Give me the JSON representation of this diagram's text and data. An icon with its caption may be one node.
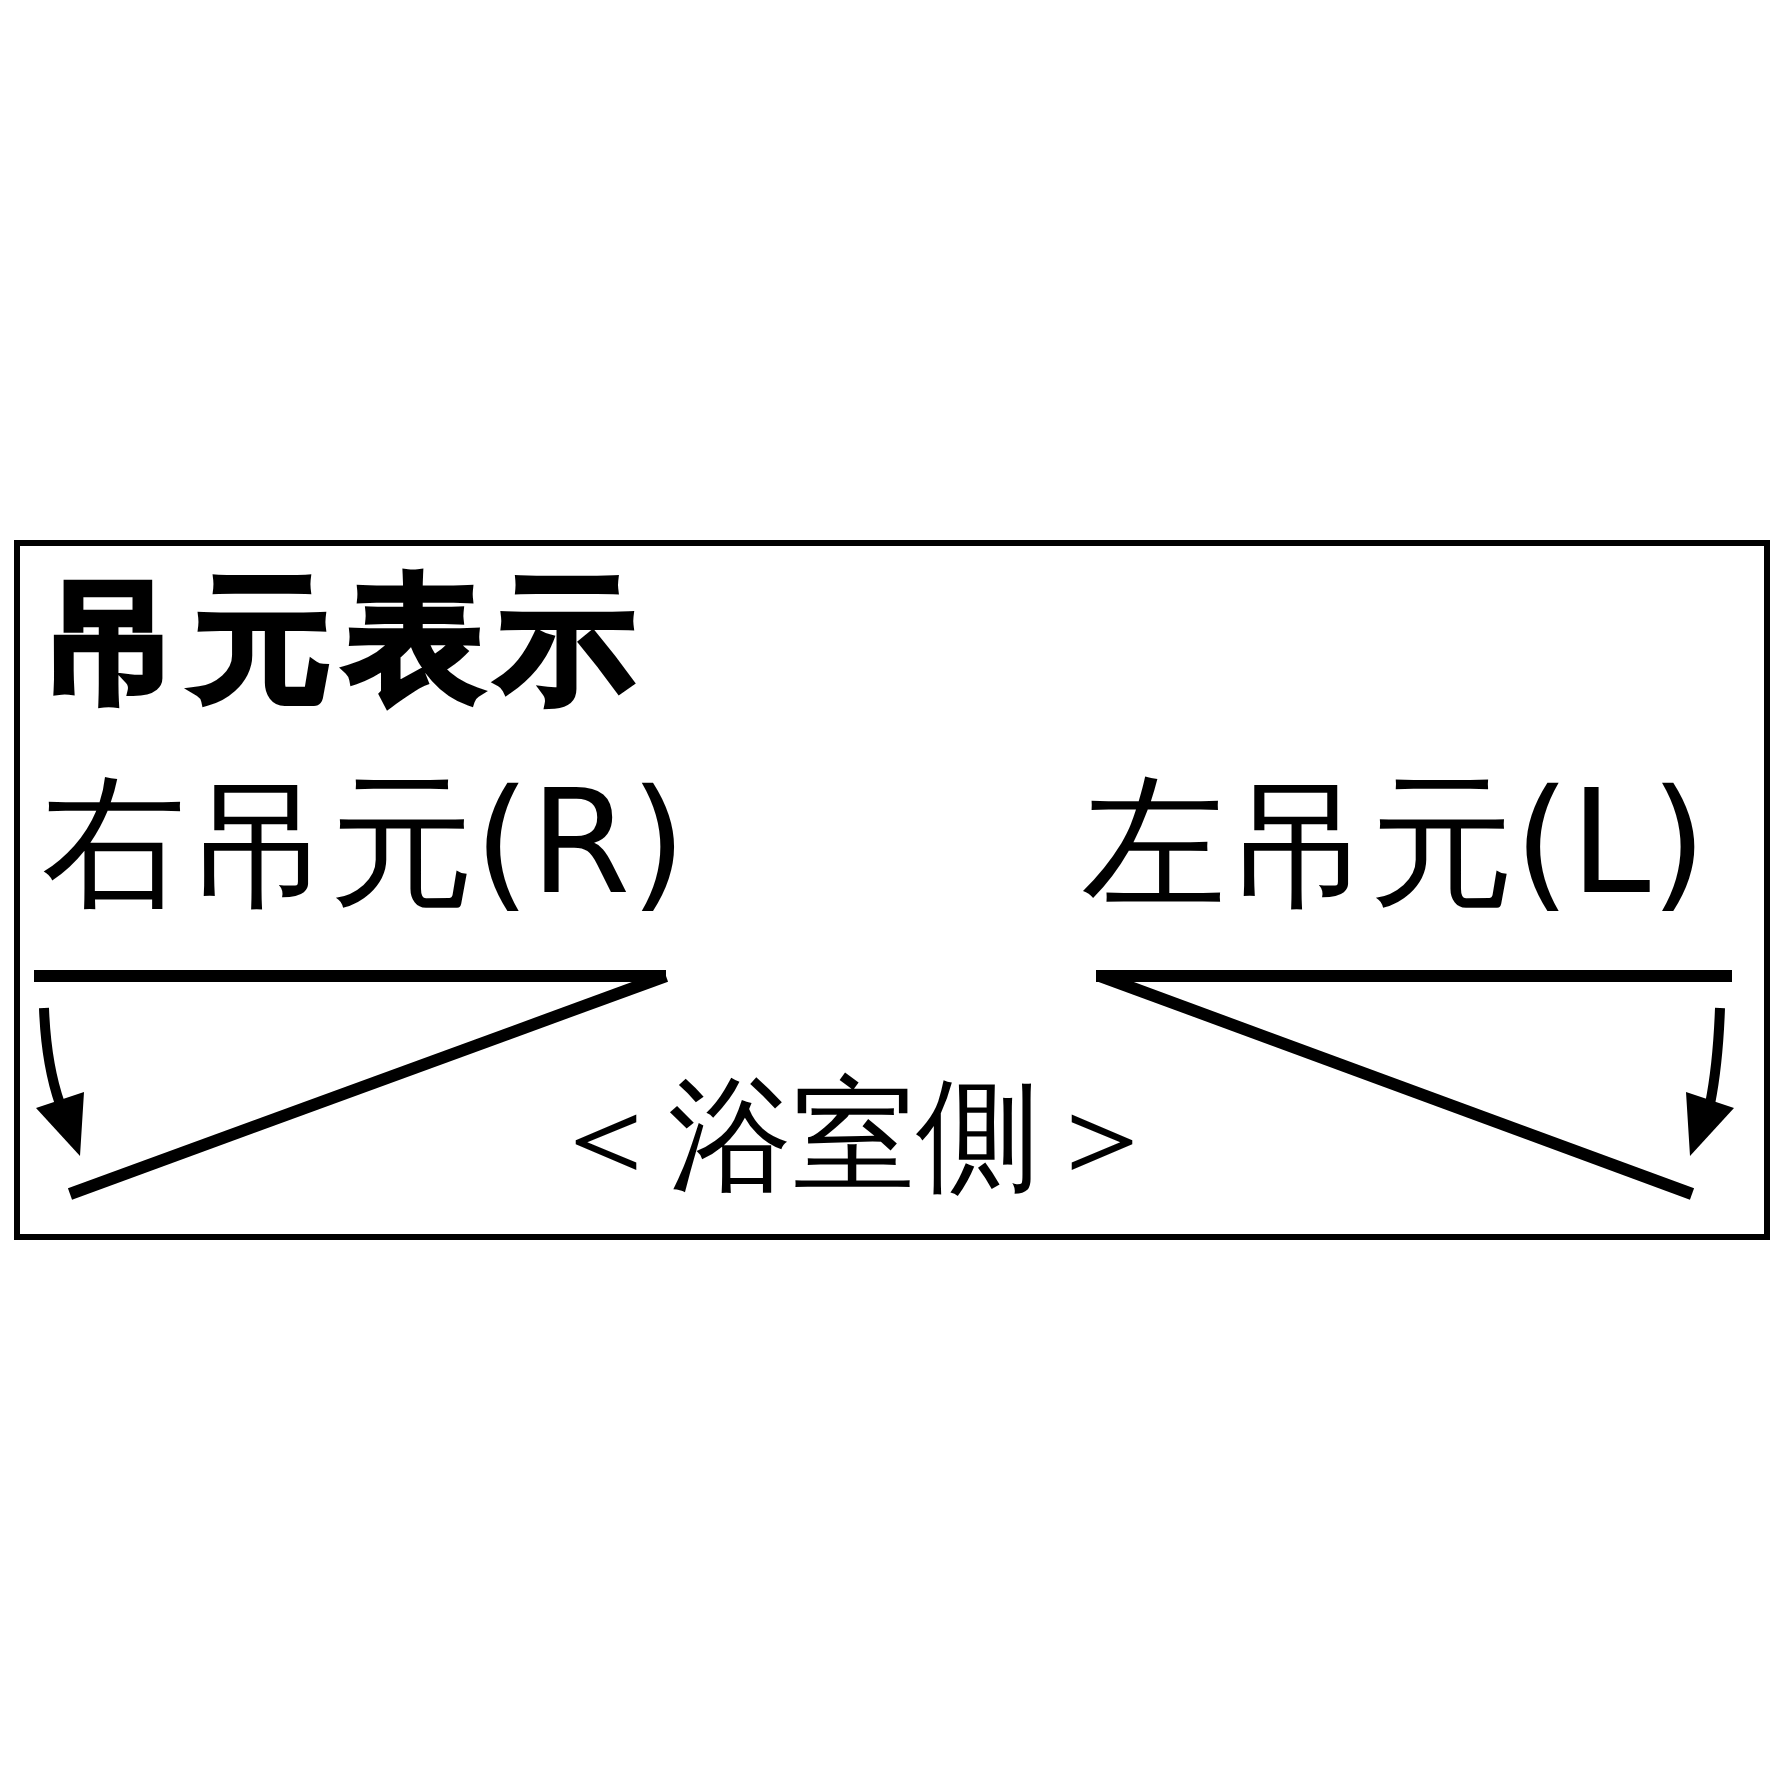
{
  "diagram": {
    "title": "吊元表示",
    "labels": [
      "右吊元(R)",
      "左吊元(L)",
      "＜浴室側＞"
    ]
  }
}
